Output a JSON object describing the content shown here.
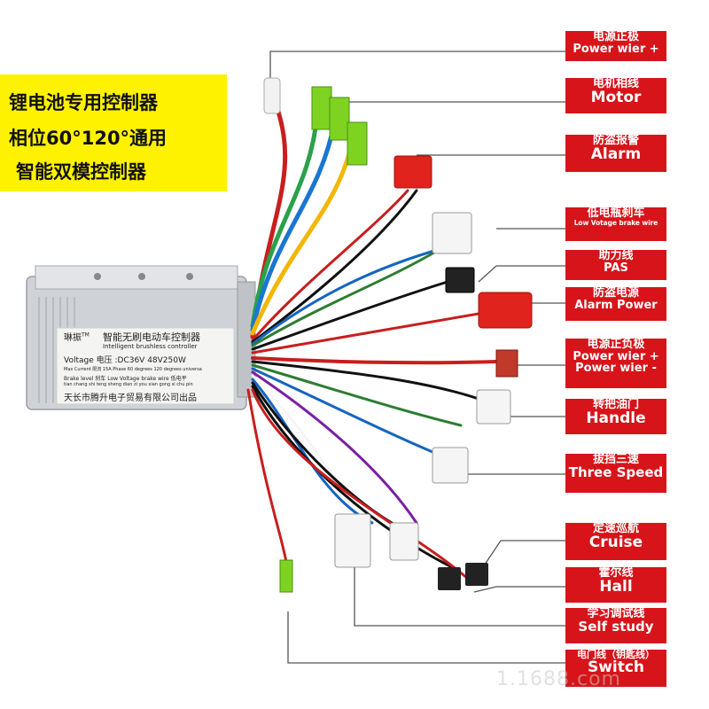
{
  "promo": {
    "line1": "锂电池专用控制器",
    "line2": "相位60°120°通用",
    "line3": "智能双模控制器"
  },
  "controller": {
    "brand": "琳振",
    "tm": "TM",
    "title_cn": "智能无刷电动车控制器",
    "title_en": "Intelligent brushless controller",
    "voltage": "Voltage 电压 :DC36V 48V250W",
    "spec1": "Max Current 限流 15A   Phase 60 degrees 120 degrees universa",
    "spec2": "Brake level 刹车 Low Voltage brake wire 低电平",
    "spec3": "tian chang shi teng sheng dian zi you xian gong si chu pin",
    "maker": "天长市腾升电子贸易有限公司出品"
  },
  "labels": [
    {
      "zh": "电源正极",
      "en": "Power wier +"
    },
    {
      "zh": "电机相线",
      "en": "Motor"
    },
    {
      "zh": "防盗报警",
      "en": "Alarm"
    },
    {
      "zh": "低电瓶刹车",
      "en": "Low Votage brake wire"
    },
    {
      "zh": "助力线",
      "en": "PAS"
    },
    {
      "zh": "防盗电源",
      "en": "Alarm Power"
    },
    {
      "zh": "电源正负极",
      "en": "Power wier +",
      "en2": "Power wier -"
    },
    {
      "zh": "转把油门",
      "en": "Handle"
    },
    {
      "zh": "拔挡三速",
      "en": "Three Speed"
    },
    {
      "zh": "定速巡航",
      "en": "Cruise"
    },
    {
      "zh": "霍尔线",
      "en": "Hall"
    },
    {
      "zh": "学习调试线",
      "en": "Self study"
    },
    {
      "zh": "电门线（钥匙线）",
      "en": "Switch"
    }
  ],
  "colors": {
    "label_bg": "#d7141a",
    "promo_bg": "#fff200",
    "connector_red": "#e0231c",
    "connector_green": "#7ed321"
  },
  "watermark": "1.1688.com"
}
